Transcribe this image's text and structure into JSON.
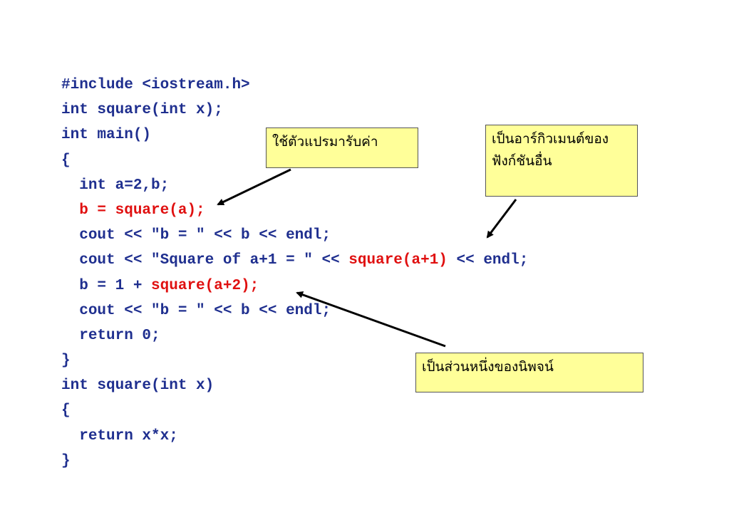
{
  "code": {
    "lines": [
      {
        "indent": "",
        "parts": [
          {
            "text": "#include <iostream.h>"
          }
        ]
      },
      {
        "indent": "",
        "parts": [
          {
            "text": "int square(int x);"
          }
        ]
      },
      {
        "indent": "",
        "parts": [
          {
            "text": "int main()"
          }
        ]
      },
      {
        "indent": "",
        "parts": [
          {
            "text": "{"
          }
        ]
      },
      {
        "indent": "  ",
        "parts": [
          {
            "text": "int a=2,b;"
          }
        ]
      },
      {
        "indent": "  ",
        "parts": [
          {
            "text": "b = square(a);",
            "highlight": true
          }
        ]
      },
      {
        "indent": "  ",
        "parts": [
          {
            "text": "cout << \"b = \" << b << endl;"
          }
        ]
      },
      {
        "indent": "  ",
        "parts": [
          {
            "text": "cout << \"Square of a+1 = \" << "
          },
          {
            "text": "square(a+1)",
            "highlight": true
          },
          {
            "text": " << endl;"
          }
        ]
      },
      {
        "indent": "  ",
        "parts": [
          {
            "text": "b = 1 + "
          },
          {
            "text": "square(a+2);",
            "highlight": true
          }
        ]
      },
      {
        "indent": "  ",
        "parts": [
          {
            "text": "cout << \"b = \" << b << endl;"
          }
        ]
      },
      {
        "indent": "  ",
        "parts": [
          {
            "text": "return 0;"
          }
        ]
      },
      {
        "indent": "",
        "parts": [
          {
            "text": "}"
          }
        ]
      },
      {
        "indent": "",
        "parts": [
          {
            "text": "int square(int x)"
          }
        ]
      },
      {
        "indent": "",
        "parts": [
          {
            "text": "{"
          }
        ]
      },
      {
        "indent": "  ",
        "parts": [
          {
            "text": "return x*x;"
          }
        ]
      },
      {
        "indent": "",
        "parts": [
          {
            "text": "}"
          }
        ]
      }
    ]
  },
  "callouts": {
    "variable": "ใช้ตัวแปรมารับค่า",
    "argument_line1": "เป็นอาร์กิวเมนต์ของ",
    "argument_line2": "ฟังก์ชันอื่น",
    "expression": "เป็นส่วนหนึ่งของนิพจน์"
  },
  "colors": {
    "code_text": "#1f2f8f",
    "highlight": "#e01010",
    "callout_fill": "#ffff99",
    "arrow": "#000000"
  }
}
